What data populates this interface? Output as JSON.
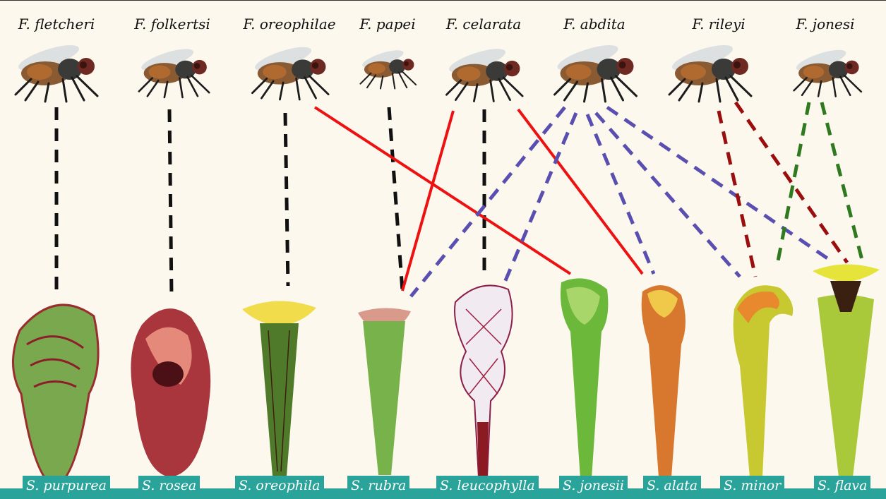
{
  "flies": [
    {
      "key": "fletcheri",
      "label": "F. fletcheri"
    },
    {
      "key": "folkertsi",
      "label": "F. folkertsi"
    },
    {
      "key": "oreophilae",
      "label": "F. oreophilae"
    },
    {
      "key": "papei",
      "label": "F. papei"
    },
    {
      "key": "celarata",
      "label": "F. celarata"
    },
    {
      "key": "abdita",
      "label": "F. abdita"
    },
    {
      "key": "rileyi",
      "label": "F. rileyi"
    },
    {
      "key": "jonesi",
      "label": "F. jonesi"
    }
  ],
  "plants": [
    {
      "key": "purpurea",
      "label": "S. purpurea",
      "color": "#6fa24a"
    },
    {
      "key": "rosea",
      "label": "S. rosea",
      "color": "#a8363c"
    },
    {
      "key": "oreophila",
      "label": "S. oreophila",
      "color": "#4f7a2a"
    },
    {
      "key": "rubra",
      "label": "S. rubra",
      "color": "#78b24a"
    },
    {
      "key": "leucophylla",
      "label": "S. leucophylla",
      "color": "#e8e0e8"
    },
    {
      "key": "jonesii",
      "label": "S. jonesii",
      "color": "#6cb83a"
    },
    {
      "key": "alata",
      "label": "S. alata",
      "color": "#d8782e"
    },
    {
      "key": "minor",
      "label": "S. minor",
      "color": "#b7c22a"
    },
    {
      "key": "flava",
      "label": "S. flava",
      "color": "#a9c83a"
    }
  ],
  "links": [
    {
      "fly": "fletcheri",
      "plant": "purpurea",
      "color": "#111111",
      "style": "dashed"
    },
    {
      "fly": "folkertsi",
      "plant": "rosea",
      "color": "#111111",
      "style": "dashed"
    },
    {
      "fly": "oreophilae",
      "plant": "oreophila",
      "color": "#111111",
      "style": "dashed"
    },
    {
      "fly": "papei",
      "plant": "rubra",
      "color": "#111111",
      "style": "dashed"
    },
    {
      "fly": "celarata",
      "plant": "leucophylla",
      "color": "#111111",
      "style": "dashed"
    },
    {
      "fly": "oreophilae",
      "plant": "jonesii",
      "color": "#ee1111",
      "style": "solid"
    },
    {
      "fly": "celarata",
      "plant": "rubra",
      "color": "#ee1111",
      "style": "solid"
    },
    {
      "fly": "celarata",
      "plant": "alata",
      "color": "#ee1111",
      "style": "solid"
    },
    {
      "fly": "abdita",
      "plant": "rubra",
      "color": "#5a4fb0",
      "style": "dashed"
    },
    {
      "fly": "abdita",
      "plant": "leucophylla",
      "color": "#5a4fb0",
      "style": "dashed"
    },
    {
      "fly": "abdita",
      "plant": "alata",
      "color": "#5a4fb0",
      "style": "dashed"
    },
    {
      "fly": "abdita",
      "plant": "minor",
      "color": "#5a4fb0",
      "style": "dashed"
    },
    {
      "fly": "abdita",
      "plant": "flava",
      "color": "#5a4fb0",
      "style": "dashed"
    },
    {
      "fly": "rileyi",
      "plant": "minor",
      "color": "#9b0e0e",
      "style": "dashed"
    },
    {
      "fly": "rileyi",
      "plant": "flava",
      "color": "#9b0e0e",
      "style": "dashed"
    },
    {
      "fly": "jonesi",
      "plant": "minor",
      "color": "#2f7a1f",
      "style": "dashed"
    },
    {
      "fly": "jonesi",
      "plant": "flava",
      "color": "#2f7a1f",
      "style": "dashed"
    }
  ]
}
